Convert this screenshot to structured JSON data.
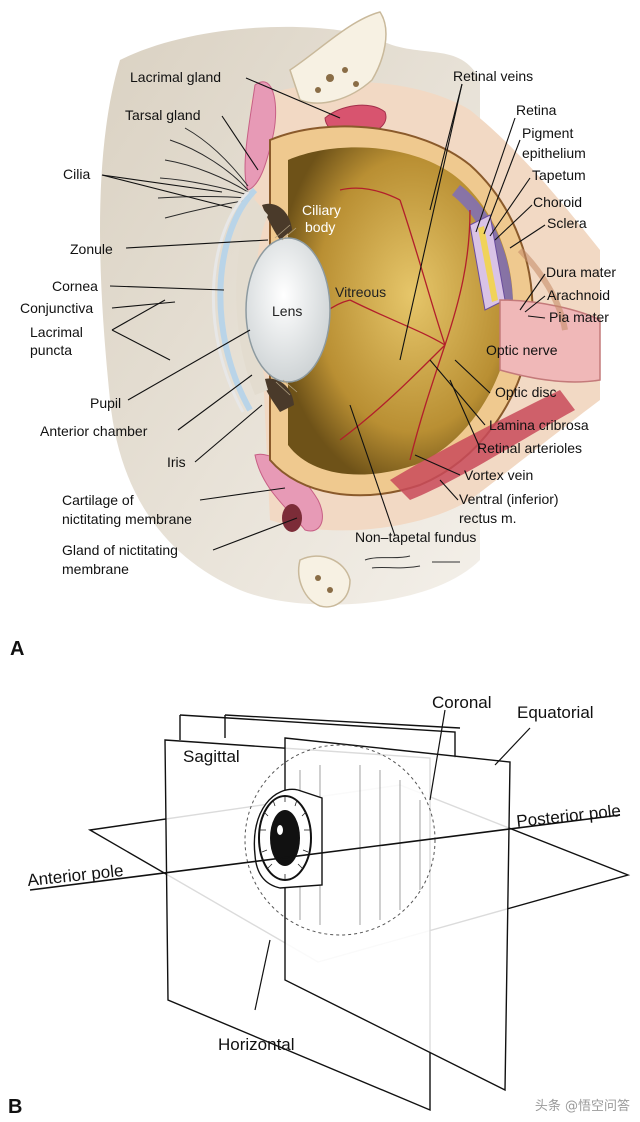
{
  "panel_a": {
    "letter": "A",
    "structure_labels": {
      "ciliary_body": [
        "Ciliary",
        "body"
      ],
      "lens": "Lens",
      "vitreous": "Vitreous"
    },
    "callouts": [
      {
        "id": "lacrimal-gland",
        "lines": [
          "Lacrimal gland"
        ]
      },
      {
        "id": "tarsal-gland",
        "lines": [
          "Tarsal gland"
        ]
      },
      {
        "id": "cilia",
        "lines": [
          "Cilia"
        ]
      },
      {
        "id": "zonule",
        "lines": [
          "Zonule"
        ]
      },
      {
        "id": "cornea",
        "lines": [
          "Cornea"
        ]
      },
      {
        "id": "conjunctiva",
        "lines": [
          "Conjunctiva"
        ]
      },
      {
        "id": "lacrimal-puncta",
        "lines": [
          "Lacrimal",
          "puncta"
        ]
      },
      {
        "id": "pupil",
        "lines": [
          "Pupil"
        ]
      },
      {
        "id": "anterior-chamber",
        "lines": [
          "Anterior chamber"
        ]
      },
      {
        "id": "iris",
        "lines": [
          "Iris"
        ]
      },
      {
        "id": "cartilage-nictitating",
        "lines": [
          "Cartilage of",
          "nictitating membrane"
        ]
      },
      {
        "id": "gland-nictitating",
        "lines": [
          "Gland of nictitating",
          "membrane"
        ]
      },
      {
        "id": "retinal-veins",
        "lines": [
          "Retinal veins"
        ]
      },
      {
        "id": "retina",
        "lines": [
          "Retina"
        ]
      },
      {
        "id": "pigment-epithelium",
        "lines": [
          "Pigment",
          "epithelium"
        ]
      },
      {
        "id": "tapetum",
        "lines": [
          "Tapetum"
        ]
      },
      {
        "id": "choroid",
        "lines": [
          "Choroid"
        ]
      },
      {
        "id": "sclera",
        "lines": [
          "Sclera"
        ]
      },
      {
        "id": "dura-mater",
        "lines": [
          "Dura mater"
        ]
      },
      {
        "id": "arachnoid",
        "lines": [
          "Arachnoid"
        ]
      },
      {
        "id": "pia-mater",
        "lines": [
          "Pia mater"
        ]
      },
      {
        "id": "optic-nerve",
        "lines": [
          "Optic nerve"
        ]
      },
      {
        "id": "optic-disc",
        "lines": [
          "Optic disc"
        ]
      },
      {
        "id": "lamina-cribrosa",
        "lines": [
          "Lamina cribrosa"
        ]
      },
      {
        "id": "retinal-arterioles",
        "lines": [
          "Retinal arterioles"
        ]
      },
      {
        "id": "vortex-vein",
        "lines": [
          "Vortex vein"
        ]
      },
      {
        "id": "ventral-rectus",
        "lines": [
          "Ventral (inferior)",
          "rectus m."
        ]
      },
      {
        "id": "non-tapetal-fundus",
        "lines": [
          "Non–tapetal fundus"
        ]
      }
    ]
  },
  "panel_b": {
    "letter": "B",
    "labels": {
      "coronal": "Coronal",
      "equatorial": "Equatorial",
      "sagittal": "Sagittal",
      "posterior_pole": "Posterior pole",
      "anterior_pole": "Anterior pole",
      "horizontal": "Horizontal"
    }
  },
  "watermark": "头条 @悟空问答"
}
